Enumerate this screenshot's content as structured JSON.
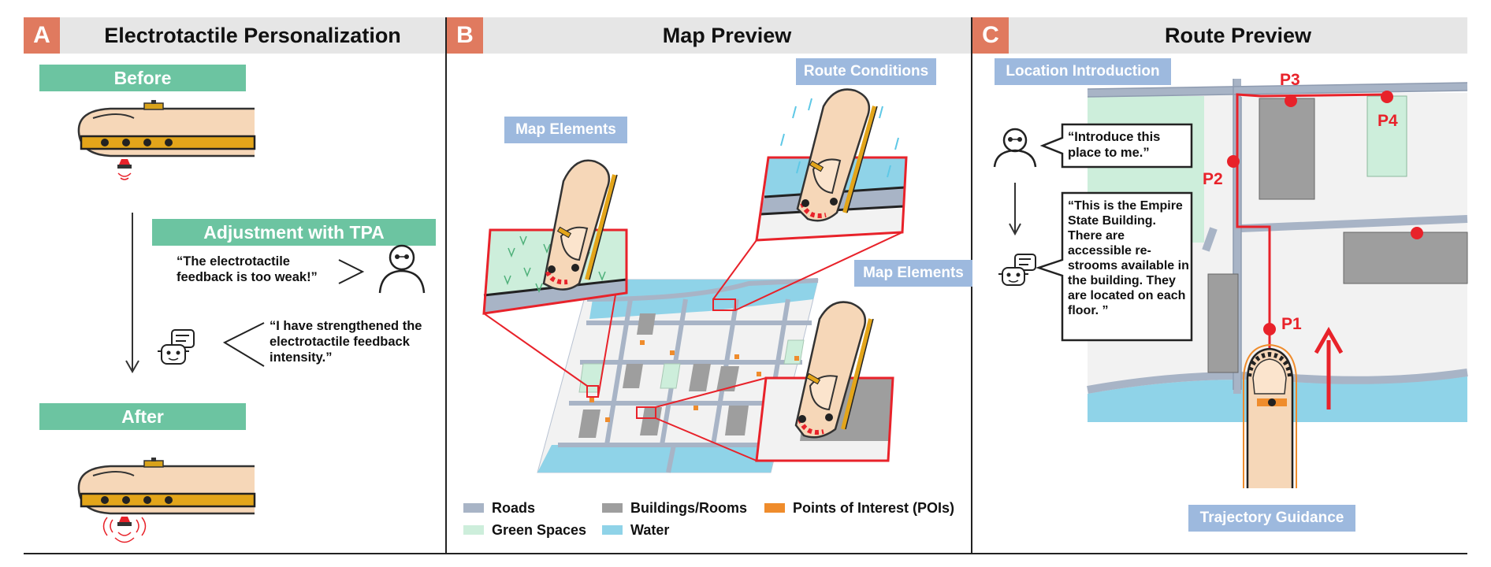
{
  "panels": {
    "a": {
      "badge": "A",
      "title": "Electrotactile Personalization",
      "before_label": "Before",
      "adjustment_label": "Adjustment with TPA",
      "after_label": "After",
      "user_quote": "“The electrotactile feedback is too weak!”",
      "bot_quote": "“I have strengthened the electrotactile feedback intensity.”"
    },
    "b": {
      "badge": "B",
      "title": "Map Preview",
      "tag_map_elements_left": "Map Elements",
      "tag_route_conditions": "Route Conditions",
      "tag_map_elements_right": "Map Elements",
      "legend": [
        {
          "label": "Roads",
          "color": "#a8b4c6"
        },
        {
          "label": "Buildings/Rooms",
          "color": "#9e9e9e"
        },
        {
          "label": "Points of Interest (POIs)",
          "color": "#ef8c2c"
        },
        {
          "label": "Green Spaces",
          "color": "#cdeedb"
        },
        {
          "label": "Water",
          "color": "#8fd3e8"
        }
      ]
    },
    "c": {
      "badge": "C",
      "title": "Route Preview",
      "tag_location_intro": "Location Introduction",
      "tag_trajectory": "Trajectory Guidance",
      "user_quote": "“Introduce this place to me.”",
      "bot_quote": "“This is the Empire State Building. There are accessible re-strooms available in the building. They are located on each floor. ”",
      "points": [
        "P1",
        "P2",
        "P3",
        "P4"
      ]
    }
  },
  "colors": {
    "badge": "#e07a5f",
    "header": "#e6e6e6",
    "green_banner": "#6cc4a1",
    "blue_tag": "#9db9de",
    "route_red": "#e8222a",
    "finger": "#f6d7b8",
    "electrode": "#e3a51a"
  }
}
